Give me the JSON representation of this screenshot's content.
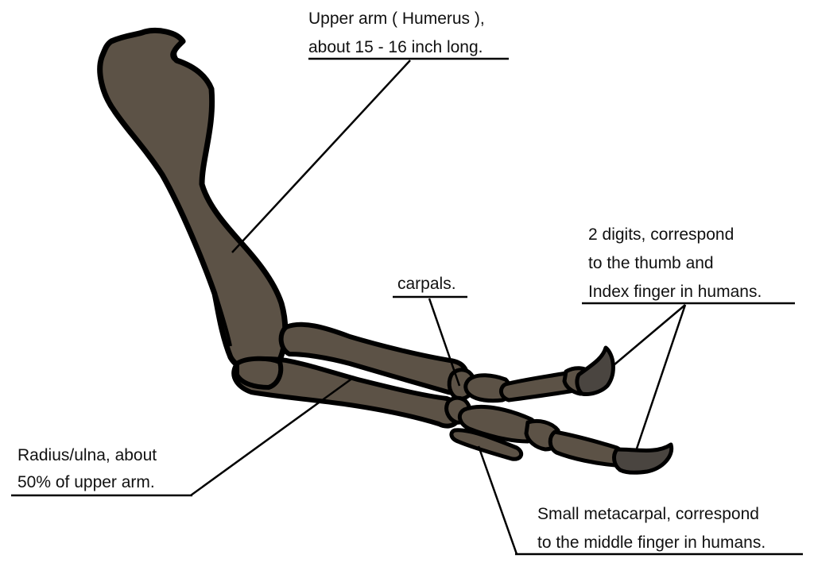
{
  "figure": {
    "background": "#ffffff",
    "bone_fill": "#5c5246",
    "claw_fill": "#4a4540",
    "outline_color": "#000000"
  },
  "labels": {
    "humerus": {
      "line1": "Upper arm ( Humerus ),",
      "line2": "about 15 - 16 inch long."
    },
    "digits": {
      "line1": "2 digits, correspond",
      "line2": "to the thumb and",
      "line3": "Index finger in humans."
    },
    "carpals": {
      "line1": "carpals."
    },
    "radius_ulna": {
      "line1": "Radius/ulna, about",
      "line2": "50% of upper arm."
    },
    "metacarpal": {
      "line1": "Small metacarpal, correspond",
      "line2": "to the middle finger in humans."
    }
  }
}
